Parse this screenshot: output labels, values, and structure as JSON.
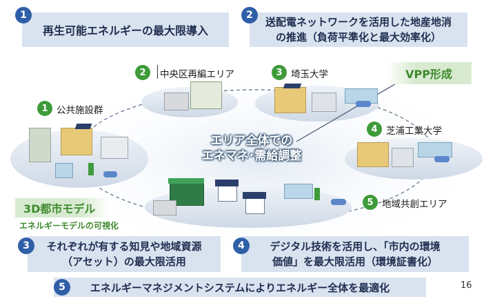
{
  "goals": {
    "g1": {
      "num": "1",
      "text": "再生可能エネルギーの最大限導入"
    },
    "g2": {
      "num": "2",
      "line1": "送配電ネットワークを活用した地産地消",
      "line2": "の推進（負荷平準化と最大効率化）"
    },
    "g3": {
      "num": "3",
      "line1": "それぞれが有する知見や地域資源",
      "line2": "（アセット）の最大限活用"
    },
    "g4": {
      "num": "4",
      "line1": "デジタル技術を活用し、「市内の環境",
      "line2": "価値」を最大限活用（環境証書化）"
    },
    "g5": {
      "num": "5",
      "text": "エネルギーマネジメントシステムによりエネルギー全体を最適化"
    }
  },
  "sites": {
    "s1": {
      "num": "1",
      "label": "公共施設群"
    },
    "s2": {
      "num": "2",
      "label": "中央区再編エリア"
    },
    "s3": {
      "num": "3",
      "label": "埼玉大学"
    },
    "s4": {
      "num": "4",
      "label": "芝浦工業大学"
    },
    "s5": {
      "num": "5",
      "label": "地域共創エリア"
    }
  },
  "center": {
    "line1": "エリア全体での",
    "line2": "エネマネ･需給調整"
  },
  "vpp": "VPP形成",
  "model3d": {
    "title": "3D都市モデル",
    "subtitle": "エネルギーモデルの可視化"
  },
  "page_number": "16",
  "colors": {
    "goal_box": "#d9e3f0",
    "number_blue": "#2f5fa7",
    "number_green": "#3f9b3a",
    "vpp_green": "#3f8a2e"
  }
}
